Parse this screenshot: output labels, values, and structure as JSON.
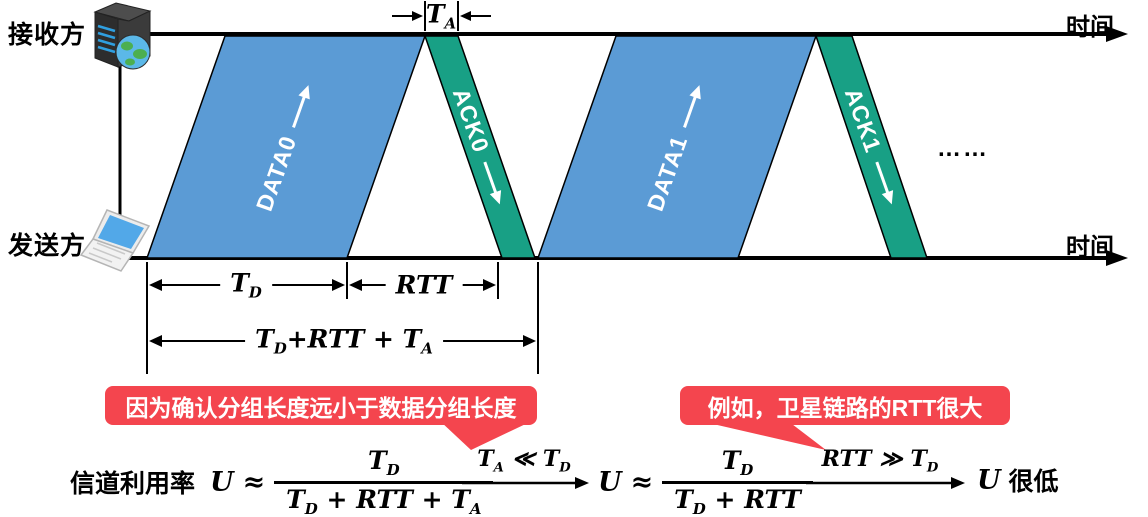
{
  "colors": {
    "data_packet": "#5B9BD5",
    "ack_packet": "#18A085",
    "callout": "#F4454E",
    "line": "#000000"
  },
  "endpoints": {
    "receiver": "接收方",
    "sender": "发送方"
  },
  "axis": {
    "time_top": "时间",
    "time_bottom": "时间"
  },
  "packets": {
    "data0": "DATA0",
    "ack0": "ACK0",
    "data1": "DATA1",
    "ack1": "ACK1",
    "ellipsis": "……"
  },
  "dims": {
    "ta": {
      "b": "T",
      "s": "A"
    },
    "td": {
      "b": "T",
      "s": "D"
    },
    "rtt": "RTT",
    "total": {
      "t1": "T",
      "s1": "D",
      "op1": "+RTT + ",
      "t2": "T",
      "s2": "A"
    }
  },
  "callouts": {
    "c1": "因为确认分组长度远小于数据分组长度",
    "c2": "例如，卫星链路的RTT很大"
  },
  "formulas": {
    "label": "信道利用率",
    "u": "U",
    "approx": "≈",
    "f1": {
      "num_b": "T",
      "num_s": "D",
      "den_t1": "T",
      "den_s1": "D",
      "den_op1": "+",
      "den_t2": "RTT",
      "den_op2": "+",
      "den_t3": "T",
      "den_s3": "A"
    },
    "cond1": {
      "t1": "T",
      "s1": "A",
      "rel": "≪",
      "t2": "T",
      "s2": "D"
    },
    "f2": {
      "num_b": "T",
      "num_s": "D",
      "den_t1": "T",
      "den_s1": "D",
      "den_op1": "+",
      "den_t2": "RTT"
    },
    "cond2": {
      "t1": "RTT",
      "rel": "≫",
      "t2": "T",
      "s2": "D"
    },
    "result_u": "U",
    "result_text": "很低"
  }
}
